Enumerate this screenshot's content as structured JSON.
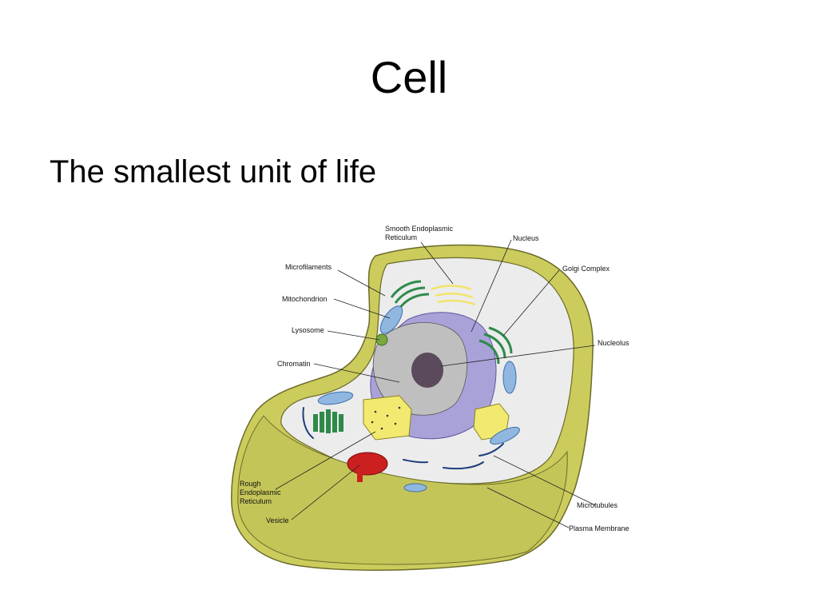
{
  "slide": {
    "title": "Cell",
    "subtitle": "The smallest unit of life"
  },
  "diagram": {
    "labels": {
      "smooth_er_line1": "Smooth Endoplasmic",
      "smooth_er_line2": "Reticulum",
      "nucleus": "Nucleus",
      "microfilaments": "Microfilaments",
      "golgi": "Golgi Complex",
      "mitochondrion": "Mitochondrion",
      "lysosome": "Lysosome",
      "nucleolus": "Nucleolus",
      "chromatin": "Chromatin",
      "rough_er_line1": "Rough",
      "rough_er_line2": "Endoplasmic",
      "rough_er_line3": "Reticulum",
      "vesicle": "Vesicle",
      "microtubules": "Microtubules",
      "plasma_membrane": "Plasma Membrane"
    },
    "colors": {
      "cytoplasm_shell": "#cbcc5c",
      "shell_outline": "#6b6b2a",
      "interior": "#ececec",
      "nuclear_envelope": "#a9a2d8",
      "nucleoplasm": "#bfbfbf",
      "nucleolus": "#5a4a5c",
      "mitochondria": "#8fb7e0",
      "golgi": "#2e8a4a",
      "rough_er": "#f2ea70",
      "vesicle": "#cc1f1f",
      "smooth_er": "#f2e46a",
      "microtubules": "#1f3f7a"
    }
  }
}
